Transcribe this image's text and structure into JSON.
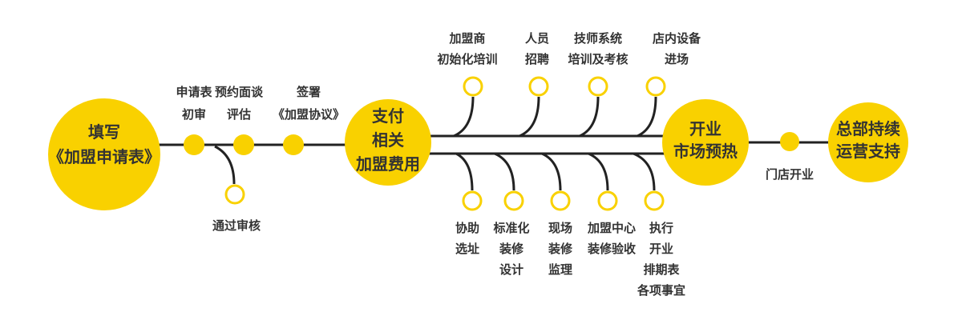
{
  "colors": {
    "accent": "#F9D100",
    "line": "#222222",
    "text": "#333333"
  },
  "main_nodes": [
    {
      "id": "fill-application",
      "lines": [
        "填写",
        "《加盟申请表》"
      ]
    },
    {
      "id": "pay-fees",
      "lines": [
        "支付",
        "相关",
        "加盟费用"
      ]
    },
    {
      "id": "market-warmup",
      "lines": [
        "开业",
        "市场预热"
      ]
    },
    {
      "id": "hq-support",
      "lines": [
        "总部持续",
        "运营支持"
      ]
    }
  ],
  "pre_steps": [
    {
      "id": "initial-review",
      "lines": [
        "申请表",
        "初审"
      ]
    },
    {
      "id": "interview",
      "lines": [
        "预约面谈",
        "评估"
      ]
    },
    {
      "id": "sign-agreement",
      "lines": [
        "签署",
        "《加盟协议》"
      ]
    }
  ],
  "review_branch": {
    "lines": [
      "通过审核"
    ]
  },
  "top_branches": [
    {
      "id": "initial-training",
      "lines": [
        "加盟商",
        "初始化培训"
      ]
    },
    {
      "id": "recruitment",
      "lines": [
        "人员",
        "招聘"
      ]
    },
    {
      "id": "tech-training",
      "lines": [
        "技师系统",
        "培训及考核"
      ]
    },
    {
      "id": "equipment",
      "lines": [
        "店内设备",
        "进场"
      ]
    }
  ],
  "bottom_branches": [
    {
      "id": "site-selection",
      "lines": [
        "协助",
        "选址"
      ]
    },
    {
      "id": "decor-design",
      "lines": [
        "标准化",
        "装修",
        "设计"
      ]
    },
    {
      "id": "decor-supervision",
      "lines": [
        "现场",
        "装修",
        "监理"
      ]
    },
    {
      "id": "decor-acceptance",
      "lines": [
        "加盟中心",
        "装修验收"
      ]
    },
    {
      "id": "opening-schedule",
      "lines": [
        "执行",
        "开业",
        "排期表",
        "各项事宜"
      ]
    }
  ],
  "store_opening": {
    "lines": [
      "门店开业"
    ]
  }
}
